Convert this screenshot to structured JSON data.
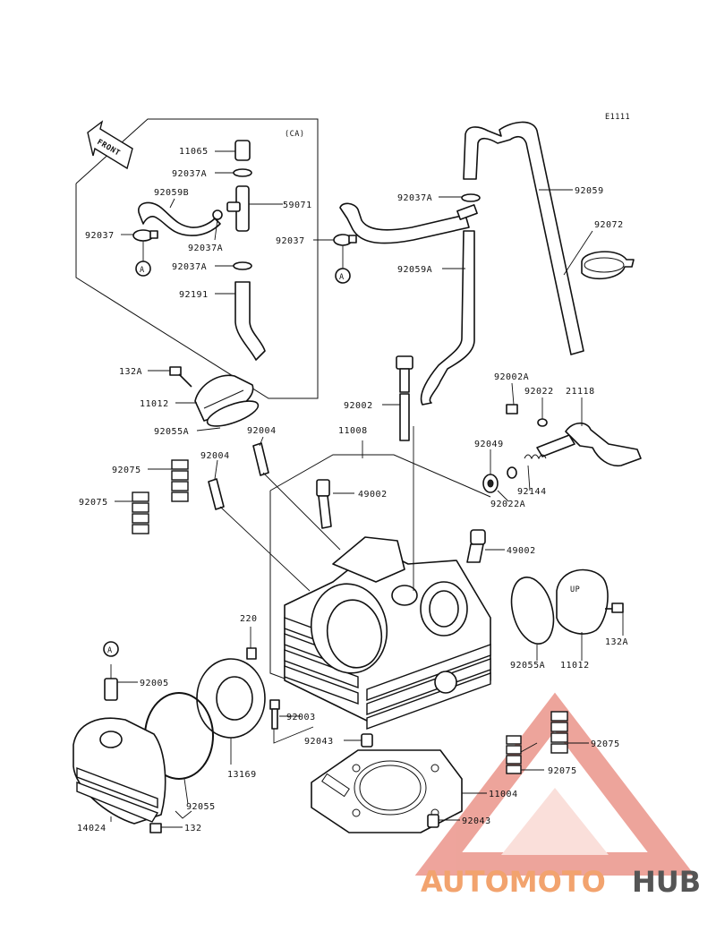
{
  "diagram": {
    "code": "E1111",
    "region": "(CA)",
    "front_label": "FRONT",
    "ref_marker": "A",
    "parts": {
      "p11065": "11065",
      "p92037A_1": "92037A",
      "p92059B": "92059B",
      "p59071": "59071",
      "p92037_1": "92037",
      "p92037A_2": "92037A",
      "p92037A_3": "92037A",
      "p92191": "92191",
      "p92037A_4": "92037A",
      "p92059": "92059",
      "p92072": "92072",
      "p92037_2": "92037",
      "p92059A": "92059A",
      "p132A_1": "132A",
      "p11012_1": "11012",
      "p92055A_1": "92055A",
      "p92002A": "92002A",
      "p92022": "92022",
      "p21118": "21118",
      "p92002": "92002",
      "p11008": "11008",
      "p92004_1": "92004",
      "p92049": "92049",
      "p92075_1": "92075",
      "p92004_2": "92004",
      "p92144": "92144",
      "p92075_2": "92075",
      "p49002_1": "49002",
      "p92022A": "92022A",
      "p49002_2": "49002",
      "p220": "220",
      "p132A_2": "132A",
      "p92055A_2": "92055A",
      "p11012_2": "11012",
      "p92005": "92005",
      "p92003": "92003",
      "p92043_1": "92043",
      "p92075_3": "92075",
      "p92075_4": "92075",
      "p13169": "13169",
      "p92055": "92055",
      "p11004": "11004",
      "p14024": "14024",
      "p132": "132",
      "p92043_2": "92043"
    },
    "cover_stamp": "UP"
  },
  "watermark": {
    "text_a": "AUTOMOTO",
    "text_b": "HUB",
    "color_a": "#f2a36e",
    "color_b": "#555555",
    "triangle_color": "#e05a4a"
  }
}
